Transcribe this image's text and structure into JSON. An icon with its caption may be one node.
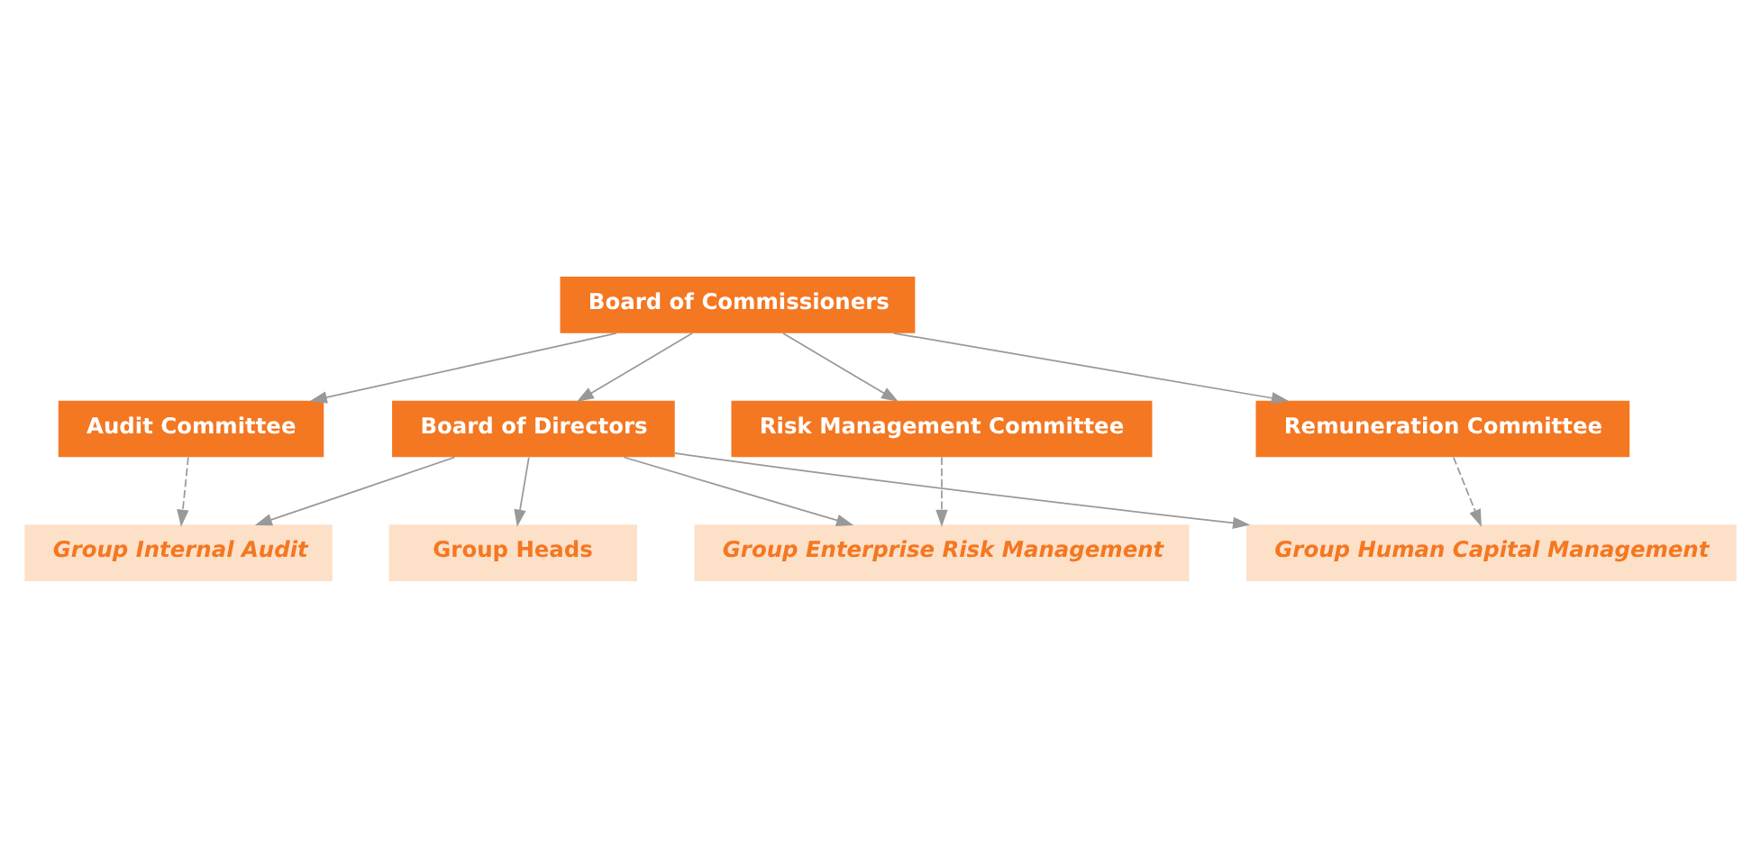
{
  "diagram": {
    "nodes": [
      {
        "text": [
          "Board of Commissioners"
        ]
      },
      {
        "text": [
          "Audit Committee"
        ]
      },
      {
        "text": [
          "Risk Management Committee"
        ]
      },
      {
        "text": [
          "Remuneration Committee"
        ]
      },
      {
        "text": [
          "Board of Directors"
        ]
      },
      {
        "text": [
          "Group Internal Audit"
        ]
      },
      {
        "text": [
          "Group Heads"
        ]
      },
      {
        "text": [
          "Group Enterprise Risk Management"
        ]
      },
      {
        "text": [
          "Group Human Capital Management"
        ]
      }
    ],
    "edges": [
      {
        "from": 0,
        "to": 1,
        "arrow": "to"
      },
      {
        "from": 0,
        "to": 4,
        "arrow": "to"
      },
      {
        "from": 0,
        "to": 2,
        "arrow": "to"
      },
      {
        "from": 0,
        "to": 3,
        "arrow": "to"
      },
      {
        "from": 1,
        "to": 5,
        "arrow": "to",
        "style": "dashed"
      },
      {
        "from": 2,
        "to": 7,
        "arrow": "to",
        "style": "dashed"
      },
      {
        "from": 3,
        "to": 8,
        "arrow": "to",
        "style": "dashed"
      },
      {
        "from": 4,
        "to": 5,
        "arrow": "to"
      },
      {
        "from": 4,
        "to": 6,
        "arrow": "to"
      },
      {
        "from": 4,
        "to": 7,
        "arrow": "to"
      },
      {
        "from": 4,
        "to": 8,
        "arrow": "to"
      }
    ]
  }
}
